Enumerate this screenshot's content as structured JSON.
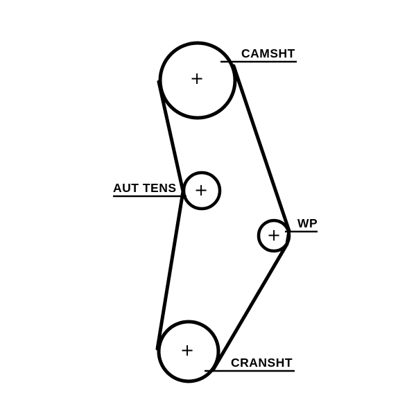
{
  "page": {
    "background": "#ffffff",
    "line_color": "#000000"
  },
  "diagram": {
    "type": "timing-belt-routing",
    "pulleys": {
      "camsht": {
        "label": "CAMSHT",
        "center_mark": "+"
      },
      "aut_tens": {
        "label": "AUT TENS",
        "center_mark": "+"
      },
      "wp": {
        "label": "WP",
        "center_mark": "+"
      },
      "cransht": {
        "label": "CRANSHT",
        "center_mark": "+"
      }
    }
  }
}
